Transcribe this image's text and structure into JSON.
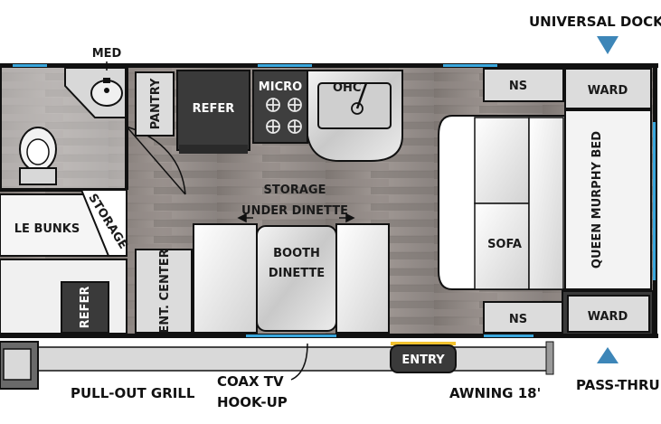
{
  "labels": {
    "universal_docking": "UNIVERSAL DOCKING STATI",
    "med": "MED",
    "pantry": "PANTRY",
    "refer_kitchen": "REFER",
    "micro": "MICRO",
    "ohc": "OHC",
    "ns_top": "NS",
    "ward_top": "WARD",
    "queen_bed": "QUEEN MURPHY BED",
    "storage_under_line1": "STORAGE",
    "storage_under_line2": "UNDER DINETTE",
    "bunks": "LE BUNKS",
    "storage_diag": "STORAGE",
    "booth_line1": "BOOTH",
    "booth_line2": "DINETTE",
    "sofa": "SOFA",
    "ent_center": "ENT. CENTER",
    "refer_outdoor": "REFER",
    "ns_bottom": "NS",
    "ward_bottom": "WARD",
    "entry": "ENTRY",
    "pullout_grill": "PULL-OUT GRILL",
    "coax_line1": "COAX TV",
    "coax_line2": "HOOK-UP",
    "awning": "AWNING 18'",
    "pass_thru": "PASS-THRU STOR"
  },
  "colors": {
    "floor": "#8c8682",
    "window": "#3aa7dd",
    "cabinet": "#dcdcdc",
    "dark_fixture": "#3a3a3a",
    "awning_marker": "#f2c230"
  },
  "icons": {
    "docking_arrow": "triangle-down-icon",
    "pass_thru_arrow": "triangle-up-icon"
  }
}
